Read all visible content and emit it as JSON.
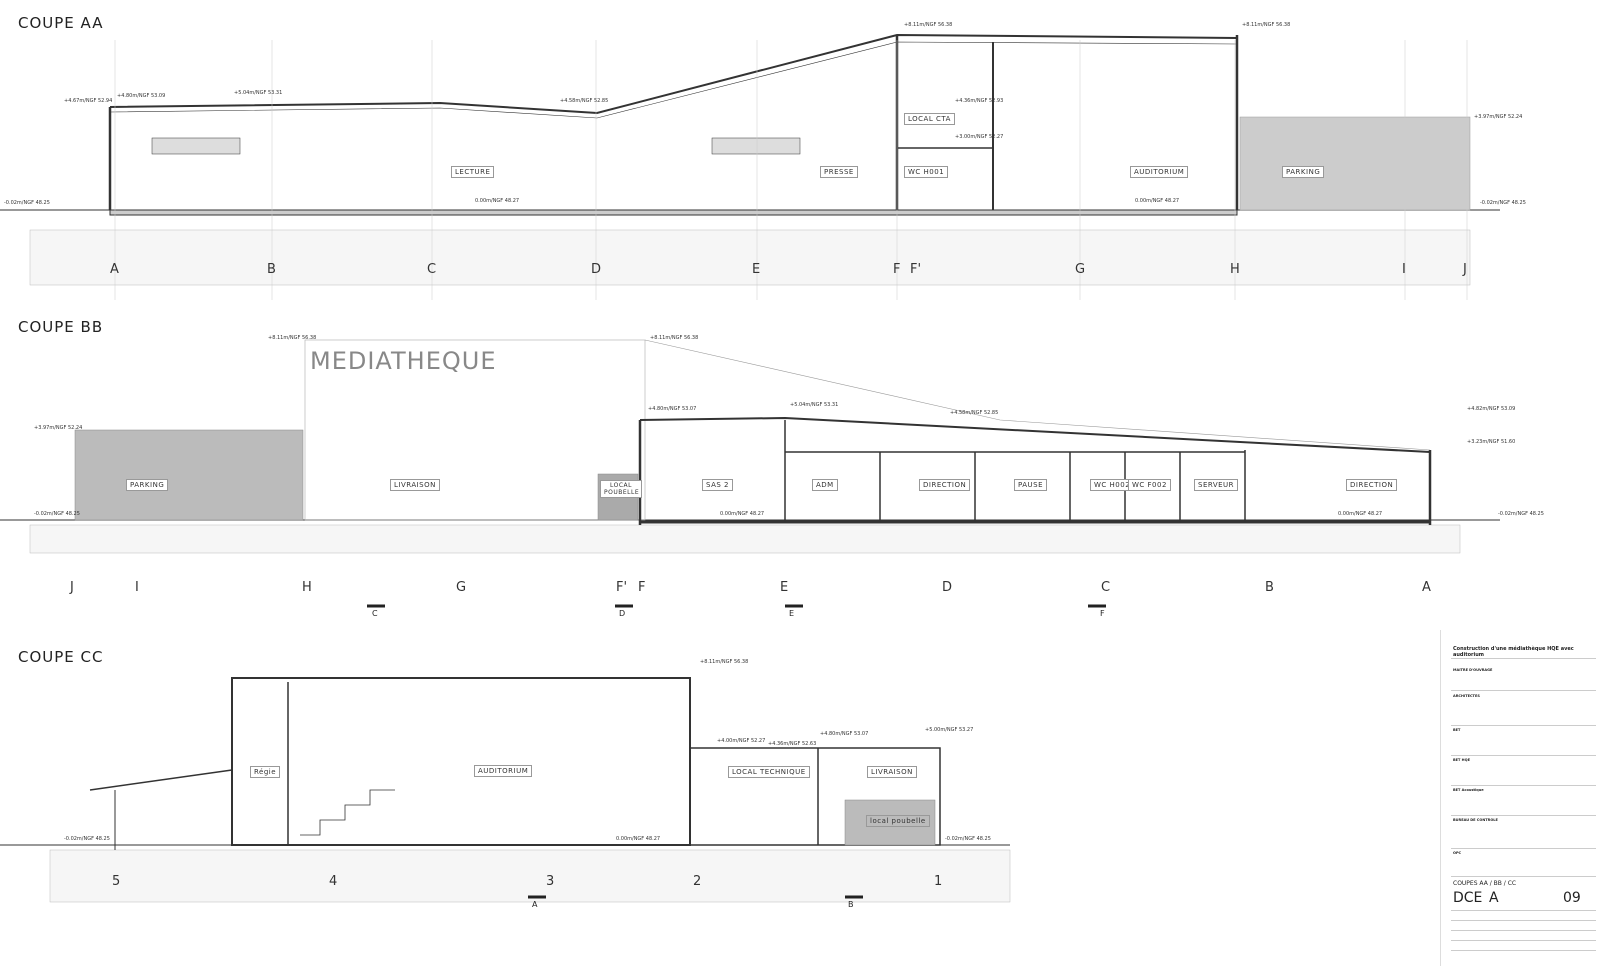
{
  "sections": [
    {
      "title": "COUPE AA",
      "rooms": [
        "LECTURE",
        "PRESSE",
        "LOCAL CTA",
        "WC H001",
        "AUDITORIUM",
        "PARKING"
      ],
      "elevations": [
        "+4.67m/NGF 52.94",
        "+4.80m/NGF 53.09",
        "+5.04m/NGF 53.31",
        "+4.58m/NGF 52.85",
        "+8.11m/NGF 56.38",
        "+8.11m/NGF 56.38",
        "+4.36m/NGF 52.93",
        "+3.00m/NGF 52.27",
        "0.00m/NGF 48.27",
        "0.00m/NGF 48.27",
        "-0.02m/NGF 48.25",
        "-0.02m/NGF 48.25",
        "+3.97m/NGF 52.24"
      ],
      "grid": [
        "A",
        "B",
        "C",
        "D",
        "E",
        "F",
        "F'",
        "G",
        "H",
        "I",
        "J"
      ]
    },
    {
      "title": "COUPE BB",
      "facade_lettering": "MEDIATHEQUE",
      "rooms": [
        "PARKING",
        "LIVRAISON",
        "LOCAL POUBELLE",
        "SAS 2",
        "ADM",
        "DIRECTION",
        "PAUSE",
        "WC H002",
        "WC F002",
        "SERVEUR",
        "DIRECTION"
      ],
      "elevations": [
        "+8.11m/NGF 56.38",
        "+8.11m/NGF 56.38",
        "+3.97m/NGF 52.24",
        "-0.02m/NGF 48.25",
        "+4.80m/NGF 53.07",
        "+5.04m/NGF 53.31",
        "+4.58m/NGF 52.85",
        "+4.82m/NGF 53.09",
        "+3.23m/NGF 51.60",
        "0.00m/NGF 48.27",
        "0.00m/NGF 48.27",
        "-0.02m/NGF 48.25"
      ],
      "grid": [
        "J",
        "I",
        "H",
        "G",
        "F'",
        "F",
        "E",
        "D",
        "C",
        "B",
        "A"
      ],
      "section_marks": [
        "C",
        "D",
        "E",
        "F"
      ]
    },
    {
      "title": "COUPE CC",
      "rooms": [
        "Régie",
        "AUDITORIUM",
        "LOCAL TECHNIQUE",
        "LIVRAISON",
        "local poubelle"
      ],
      "elevations": [
        "+8.11m/NGF 56.38",
        "+4.00m/NGF 52.27",
        "+4.36m/NGF 52.63",
        "+4.80m/NGF 53.07",
        "+5.00m/NGF 53.27",
        "-0.02m/NGF 48.25",
        "0.00m/NGF 48.27",
        "-0.02m/NGF 48.25"
      ],
      "grid": [
        "5",
        "4",
        "3",
        "2",
        "1"
      ],
      "section_marks": [
        "A",
        "B"
      ]
    }
  ],
  "title_block": {
    "project": "Construction d'une médiathèque HQE avec auditorium",
    "roles": [
      "MAITRE D'OUVRAGE",
      "ARCHITECTES",
      "BET",
      "BET HQE",
      "BET Acoustique",
      "BUREAU DE CONTROLE",
      "OPC"
    ],
    "sheet_title": "COUPES AA / BB / CC",
    "phase": "DCE",
    "index": "A",
    "sheet_number": "09"
  }
}
